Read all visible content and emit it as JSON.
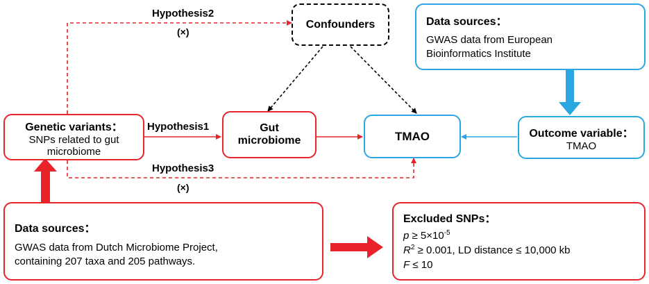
{
  "nodes": {
    "confounders": {
      "title": "Confounders"
    },
    "genetic_variants": {
      "title": "Genetic variants：",
      "line1": "SNPs related to gut",
      "line2": "microbiome"
    },
    "gut_microbiome": {
      "line1": "Gut",
      "line2": "microbiome"
    },
    "tmao": {
      "title": "TMAO"
    },
    "outcome_variable": {
      "title": "Outcome variable：",
      "value": "TMAO"
    },
    "data_sources_top": {
      "title": "Data sources：",
      "line1": "GWAS data from European",
      "line2": "Bioinformatics Institute"
    },
    "data_sources_bottom": {
      "title": "Data sources：",
      "line1": "GWAS data from Dutch Microbiome Project,",
      "line2": "containing 207 taxa and 205 pathways."
    },
    "excluded_snps": {
      "title": "Excluded SNPs：",
      "p_var": "p",
      "p_text": " ≥ 5×10",
      "p_exp": "-5",
      "r_var": "R",
      "r_exp": "2",
      "r_text": " ≥ 0.001, LD distance ≤ 10,000 kb",
      "f_var": "F",
      "f_text": " ≤ 10"
    }
  },
  "edges": {
    "hypothesis1": {
      "label": "Hypothesis1"
    },
    "hypothesis2": {
      "label": "Hypothesis2",
      "mark": "(×)"
    },
    "hypothesis3": {
      "label": "Hypothesis3",
      "mark": "(×)"
    }
  },
  "colors": {
    "red": "#e8232a",
    "blue": "#2aa7e0",
    "dashed": "#000000"
  }
}
